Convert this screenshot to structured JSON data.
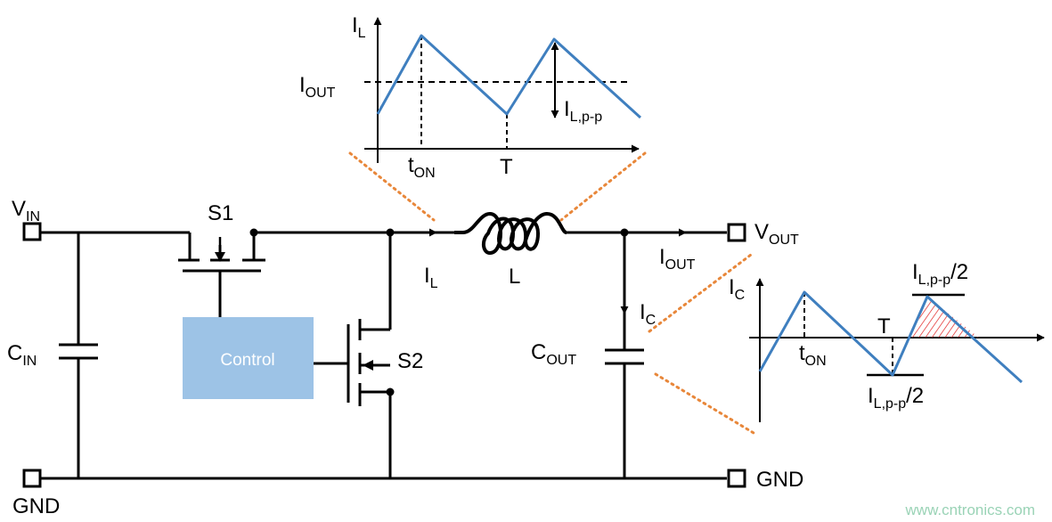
{
  "colors": {
    "wire": "#000000",
    "waveform": "#3f7fbf",
    "control_block": "#9dc3e6",
    "zoom_lines": "#e8873a",
    "hatch": "#e02020",
    "watermark": "#9ad3b6"
  },
  "labels": {
    "vin": {
      "main": "V",
      "sub": "IN"
    },
    "gnd_left": "GND",
    "gnd_right": "GND",
    "vout": {
      "main": "V",
      "sub": "OUT"
    },
    "s1": "S1",
    "s2": "S2",
    "cin": {
      "main": "C",
      "sub": "IN"
    },
    "cout": {
      "main": "C",
      "sub": "OUT"
    },
    "control": "Control",
    "inductor": "L",
    "il_wire": {
      "main": "I",
      "sub": "L"
    },
    "iout_wire": {
      "main": "I",
      "sub": "OUT"
    },
    "ic_wire": {
      "main": "I",
      "sub": "C"
    }
  },
  "graph_il": {
    "ylabel": {
      "main": "I",
      "sub": "L"
    },
    "iout": {
      "main": "I",
      "sub": "OUT"
    },
    "ripple": {
      "main": "I",
      "sub": "L,p-p"
    },
    "ton": {
      "main": "t",
      "sub": "ON"
    },
    "period": "T"
  },
  "graph_ic": {
    "ylabel": {
      "main": "I",
      "sub": "C"
    },
    "ton": {
      "main": "t",
      "sub": "ON"
    },
    "period": "T",
    "ripple_top": {
      "main": "I",
      "sub": "L,p-p",
      "suffix": "/2"
    },
    "ripple_bottom": {
      "main": "I",
      "sub": "L,p-p",
      "suffix": "/2"
    }
  },
  "watermark": "www.cntronics.com"
}
